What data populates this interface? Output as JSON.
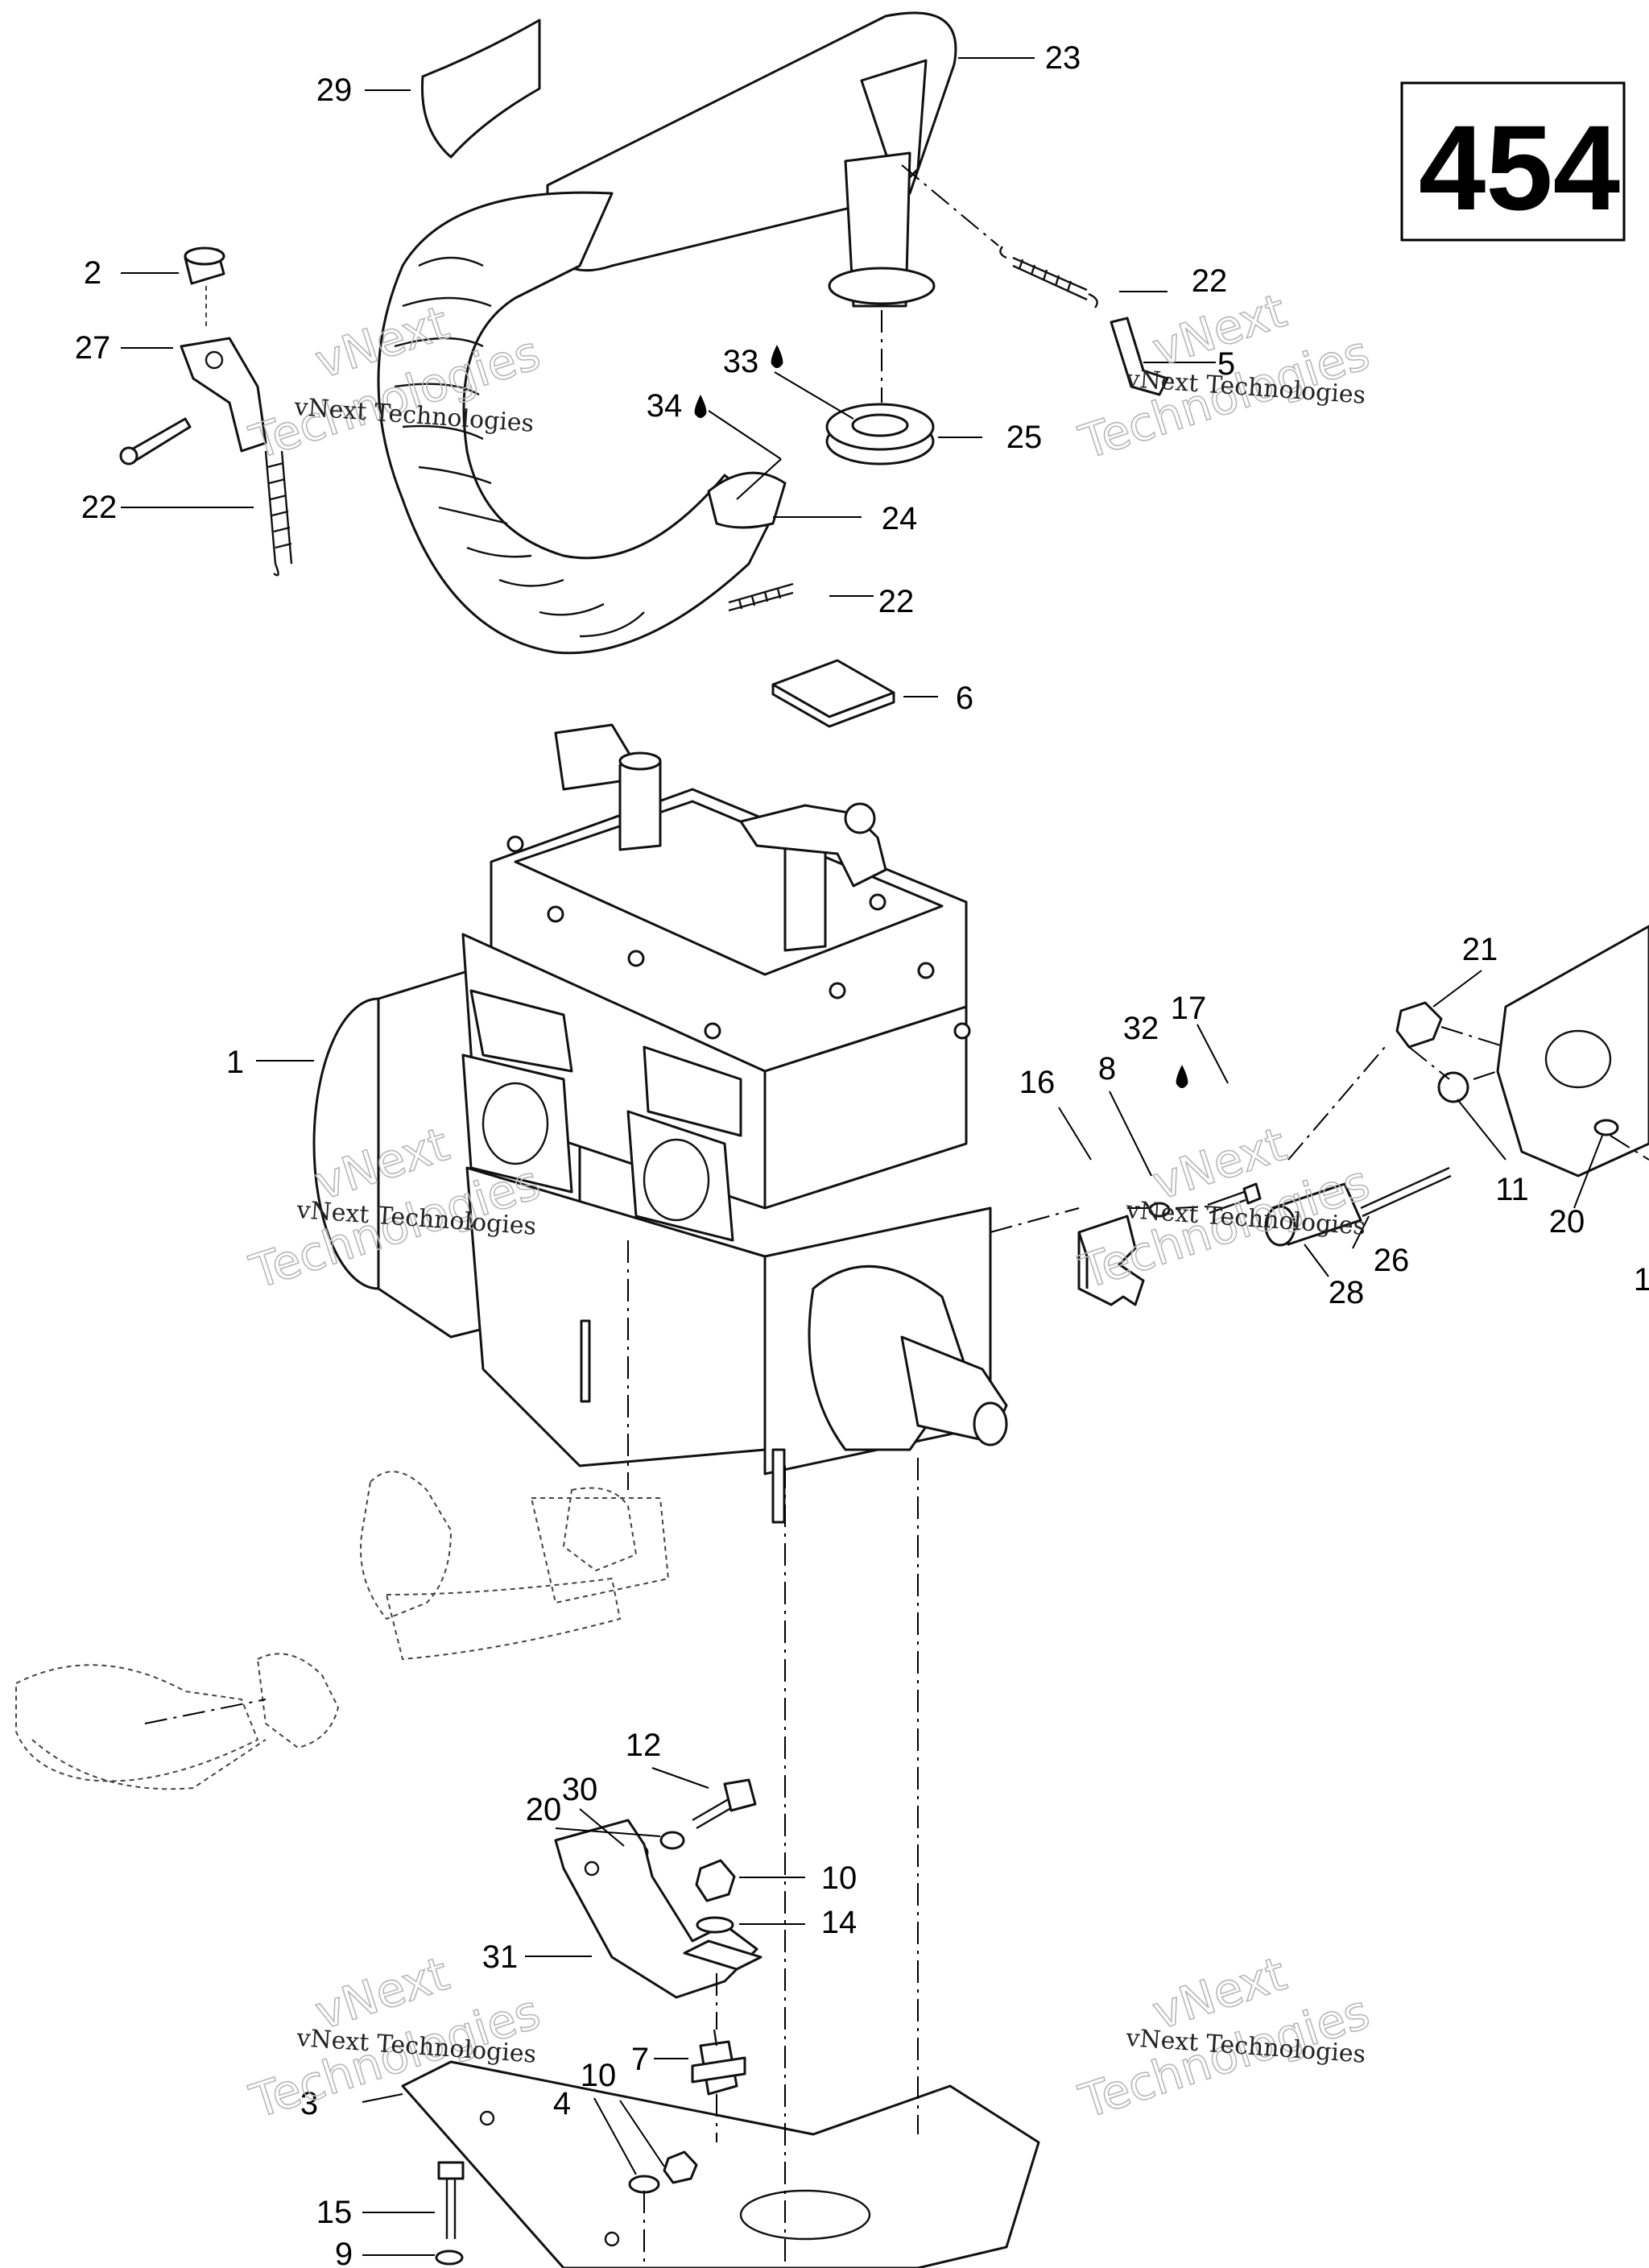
{
  "page_number": "454",
  "watermark": {
    "line1": "vNext Technologies",
    "line2": "vNext",
    "line3": "Technologies"
  },
  "callouts": {
    "c1": "1",
    "c2": "2",
    "c3": "3",
    "c4": "4",
    "c5": "5",
    "c6": "6",
    "c7": "7",
    "c8": "8",
    "c9": "9",
    "c10a": "10",
    "c10b": "10",
    "c11": "11",
    "c12": "12",
    "c14": "14",
    "c15": "15",
    "c16": "16",
    "c17": "17",
    "c19": "1",
    "c20a": "20",
    "c20b": "20",
    "c21": "21",
    "c22a": "22",
    "c22b": "22",
    "c22c": "22",
    "c23": "23",
    "c24": "24",
    "c25": "25",
    "c26": "26",
    "c27": "27",
    "c28": "28",
    "c29": "29",
    "c30": "30",
    "c31": "31",
    "c32": "32",
    "c33": "33",
    "c34": "34"
  },
  "icons": [
    "oil-drop-icon"
  ]
}
